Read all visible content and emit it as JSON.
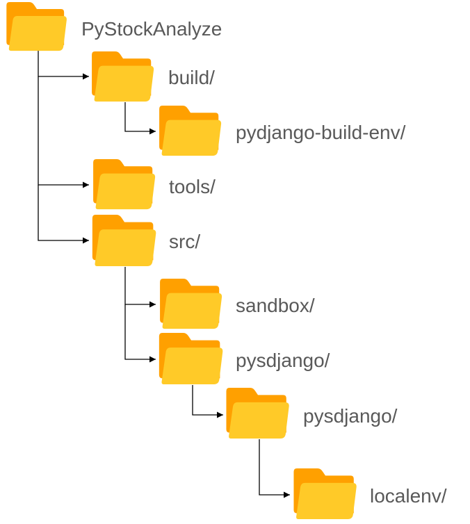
{
  "tree": {
    "root": {
      "label": "PyStockAnalyze",
      "icon": "folder-icon"
    },
    "nodes": [
      {
        "id": "build",
        "label": "build/",
        "parent": "root",
        "icon": "folder-icon"
      },
      {
        "id": "pydjango-build-env",
        "label": "pydjango-build-env/",
        "parent": "build",
        "icon": "folder-icon"
      },
      {
        "id": "tools",
        "label": "tools/",
        "parent": "root",
        "icon": "folder-icon"
      },
      {
        "id": "src",
        "label": "src/",
        "parent": "root",
        "icon": "folder-icon"
      },
      {
        "id": "sandbox",
        "label": "sandbox/",
        "parent": "src",
        "icon": "folder-icon"
      },
      {
        "id": "pysdjango",
        "label": "pysdjango/",
        "parent": "src",
        "icon": "folder-icon"
      },
      {
        "id": "pysdjango-inner",
        "label": "pysdjango/",
        "parent": "pysdjango",
        "icon": "folder-icon"
      },
      {
        "id": "localenv",
        "label": "localenv/",
        "parent": "pysdjango-inner",
        "icon": "folder-icon"
      }
    ]
  },
  "colors": {
    "folder_back": "#FFA000",
    "folder_front": "#FFCA28",
    "label_text": "#595959",
    "connector": "#000000"
  }
}
